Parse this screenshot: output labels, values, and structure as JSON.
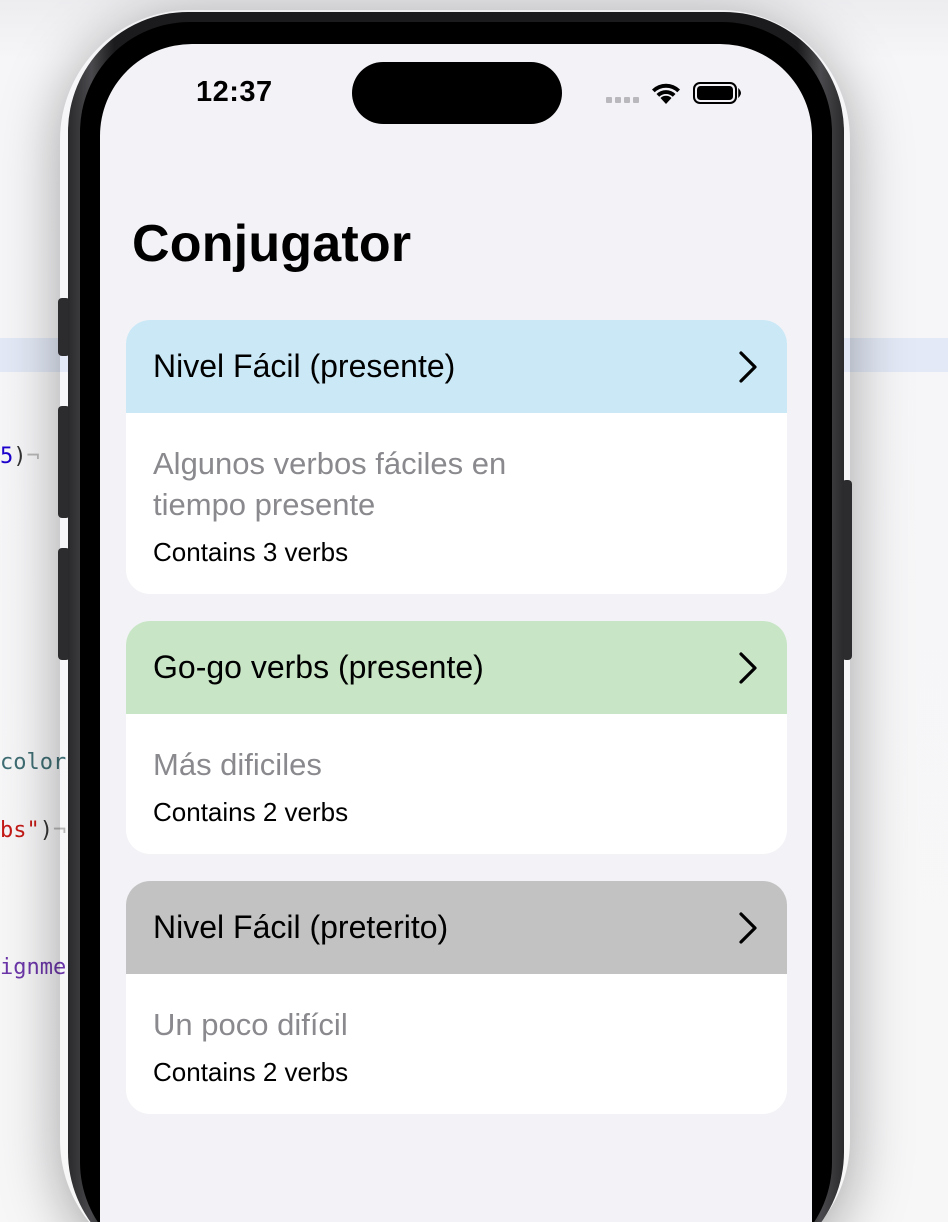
{
  "background_code": {
    "line1": [
      "5",
      ")",
      "¬"
    ],
    "line2": "color",
    "line3": [
      "bs\"",
      ")",
      "¬"
    ],
    "line4": "ignme"
  },
  "status_bar": {
    "time": "12:37"
  },
  "nav": {
    "title": "Conjugator"
  },
  "colors": {
    "card1_header": "#cbe8f6",
    "card2_header": "#c8e5c6",
    "card3_header": "#c2c2c2",
    "screen_bg": "#f2f2f7"
  },
  "cards": [
    {
      "title": "Nivel Fácil (presente)",
      "description": "Algunos verbos fáciles en tiempo presente",
      "count": "Contains 3 verbs",
      "chevron_icon": "chevron-right-icon"
    },
    {
      "title": "Go-go verbs (presente)",
      "description": "Más dificiles",
      "count": "Contains 2 verbs",
      "chevron_icon": "chevron-right-icon"
    },
    {
      "title": "Nivel Fácil (preterito)",
      "description": "Un poco difícil",
      "count": "Contains 2 verbs",
      "chevron_icon": "chevron-right-icon"
    }
  ]
}
